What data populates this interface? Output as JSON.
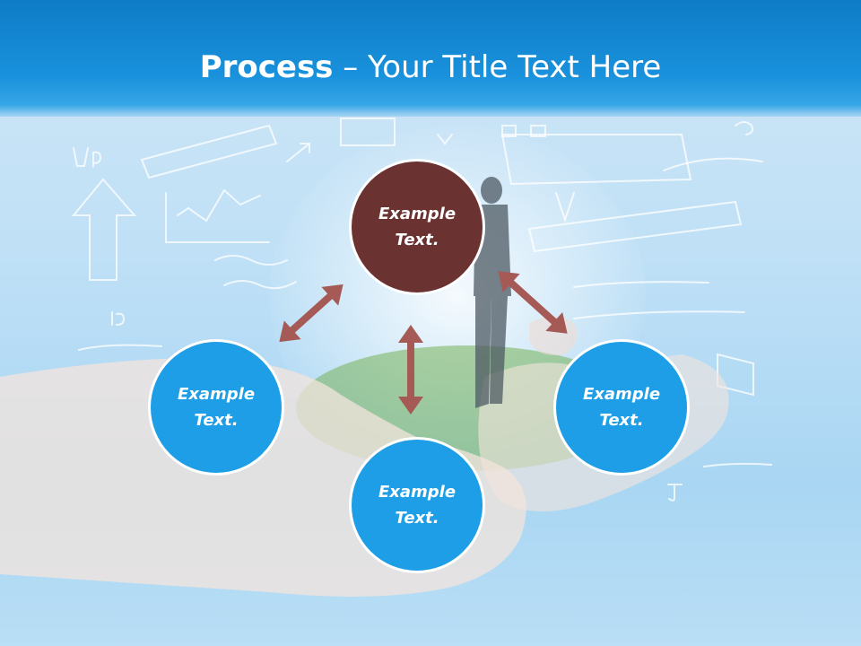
{
  "slide": {
    "title_bold": "Process",
    "title_rest": " – Your Title Text Here",
    "nodes": [
      {
        "id": "top",
        "line1": "Example",
        "line2": "Text.",
        "color": "#6b3232"
      },
      {
        "id": "left",
        "line1": "Example",
        "line2": "Text.",
        "color": "#1e9ee6"
      },
      {
        "id": "bottom",
        "line1": "Example",
        "line2": "Text.",
        "color": "#1e9ee6"
      },
      {
        "id": "right",
        "line1": "Example",
        "line2": "Text.",
        "color": "#1e9ee6"
      }
    ],
    "arrow_color": "#a55a55",
    "header_color": "#1991dc"
  }
}
